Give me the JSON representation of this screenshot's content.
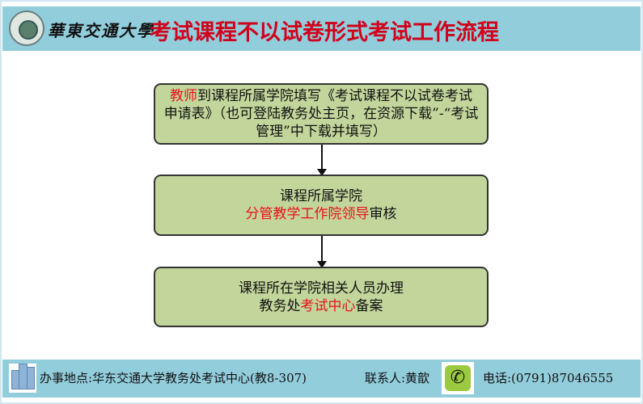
{
  "header": {
    "university": "華東交通大學",
    "title": "考试课程不以试卷形式考试工作流程"
  },
  "flow": [
    {
      "parts": [
        {
          "text": "教师",
          "red": true
        },
        {
          "text": "到课程所属学院填写《考试课程不以试卷考试申请表》（也可登陆教务处主页，在资源下载”-“考试管理”中下载并填写）",
          "red": false
        }
      ]
    },
    {
      "line1": "课程所属学院",
      "line2_red": "分管教学工作院领导",
      "line2_tail": "审核"
    },
    {
      "line1": "课程所在学院相关人员办理",
      "line2_head": "教务处",
      "line2_red": "考试中心",
      "line2_tail": "备案"
    }
  ],
  "footer": {
    "location": "办事地点:华东交通大学教务处考试中心(教8-307)",
    "contact": "联系人:黄歆",
    "phone": "电话:(0791)87046555"
  },
  "colors": {
    "header_band": "#92cddc",
    "box_fill": "#c2d69b",
    "title_red": "#d0021b",
    "highlight_red": "#e8121a"
  }
}
